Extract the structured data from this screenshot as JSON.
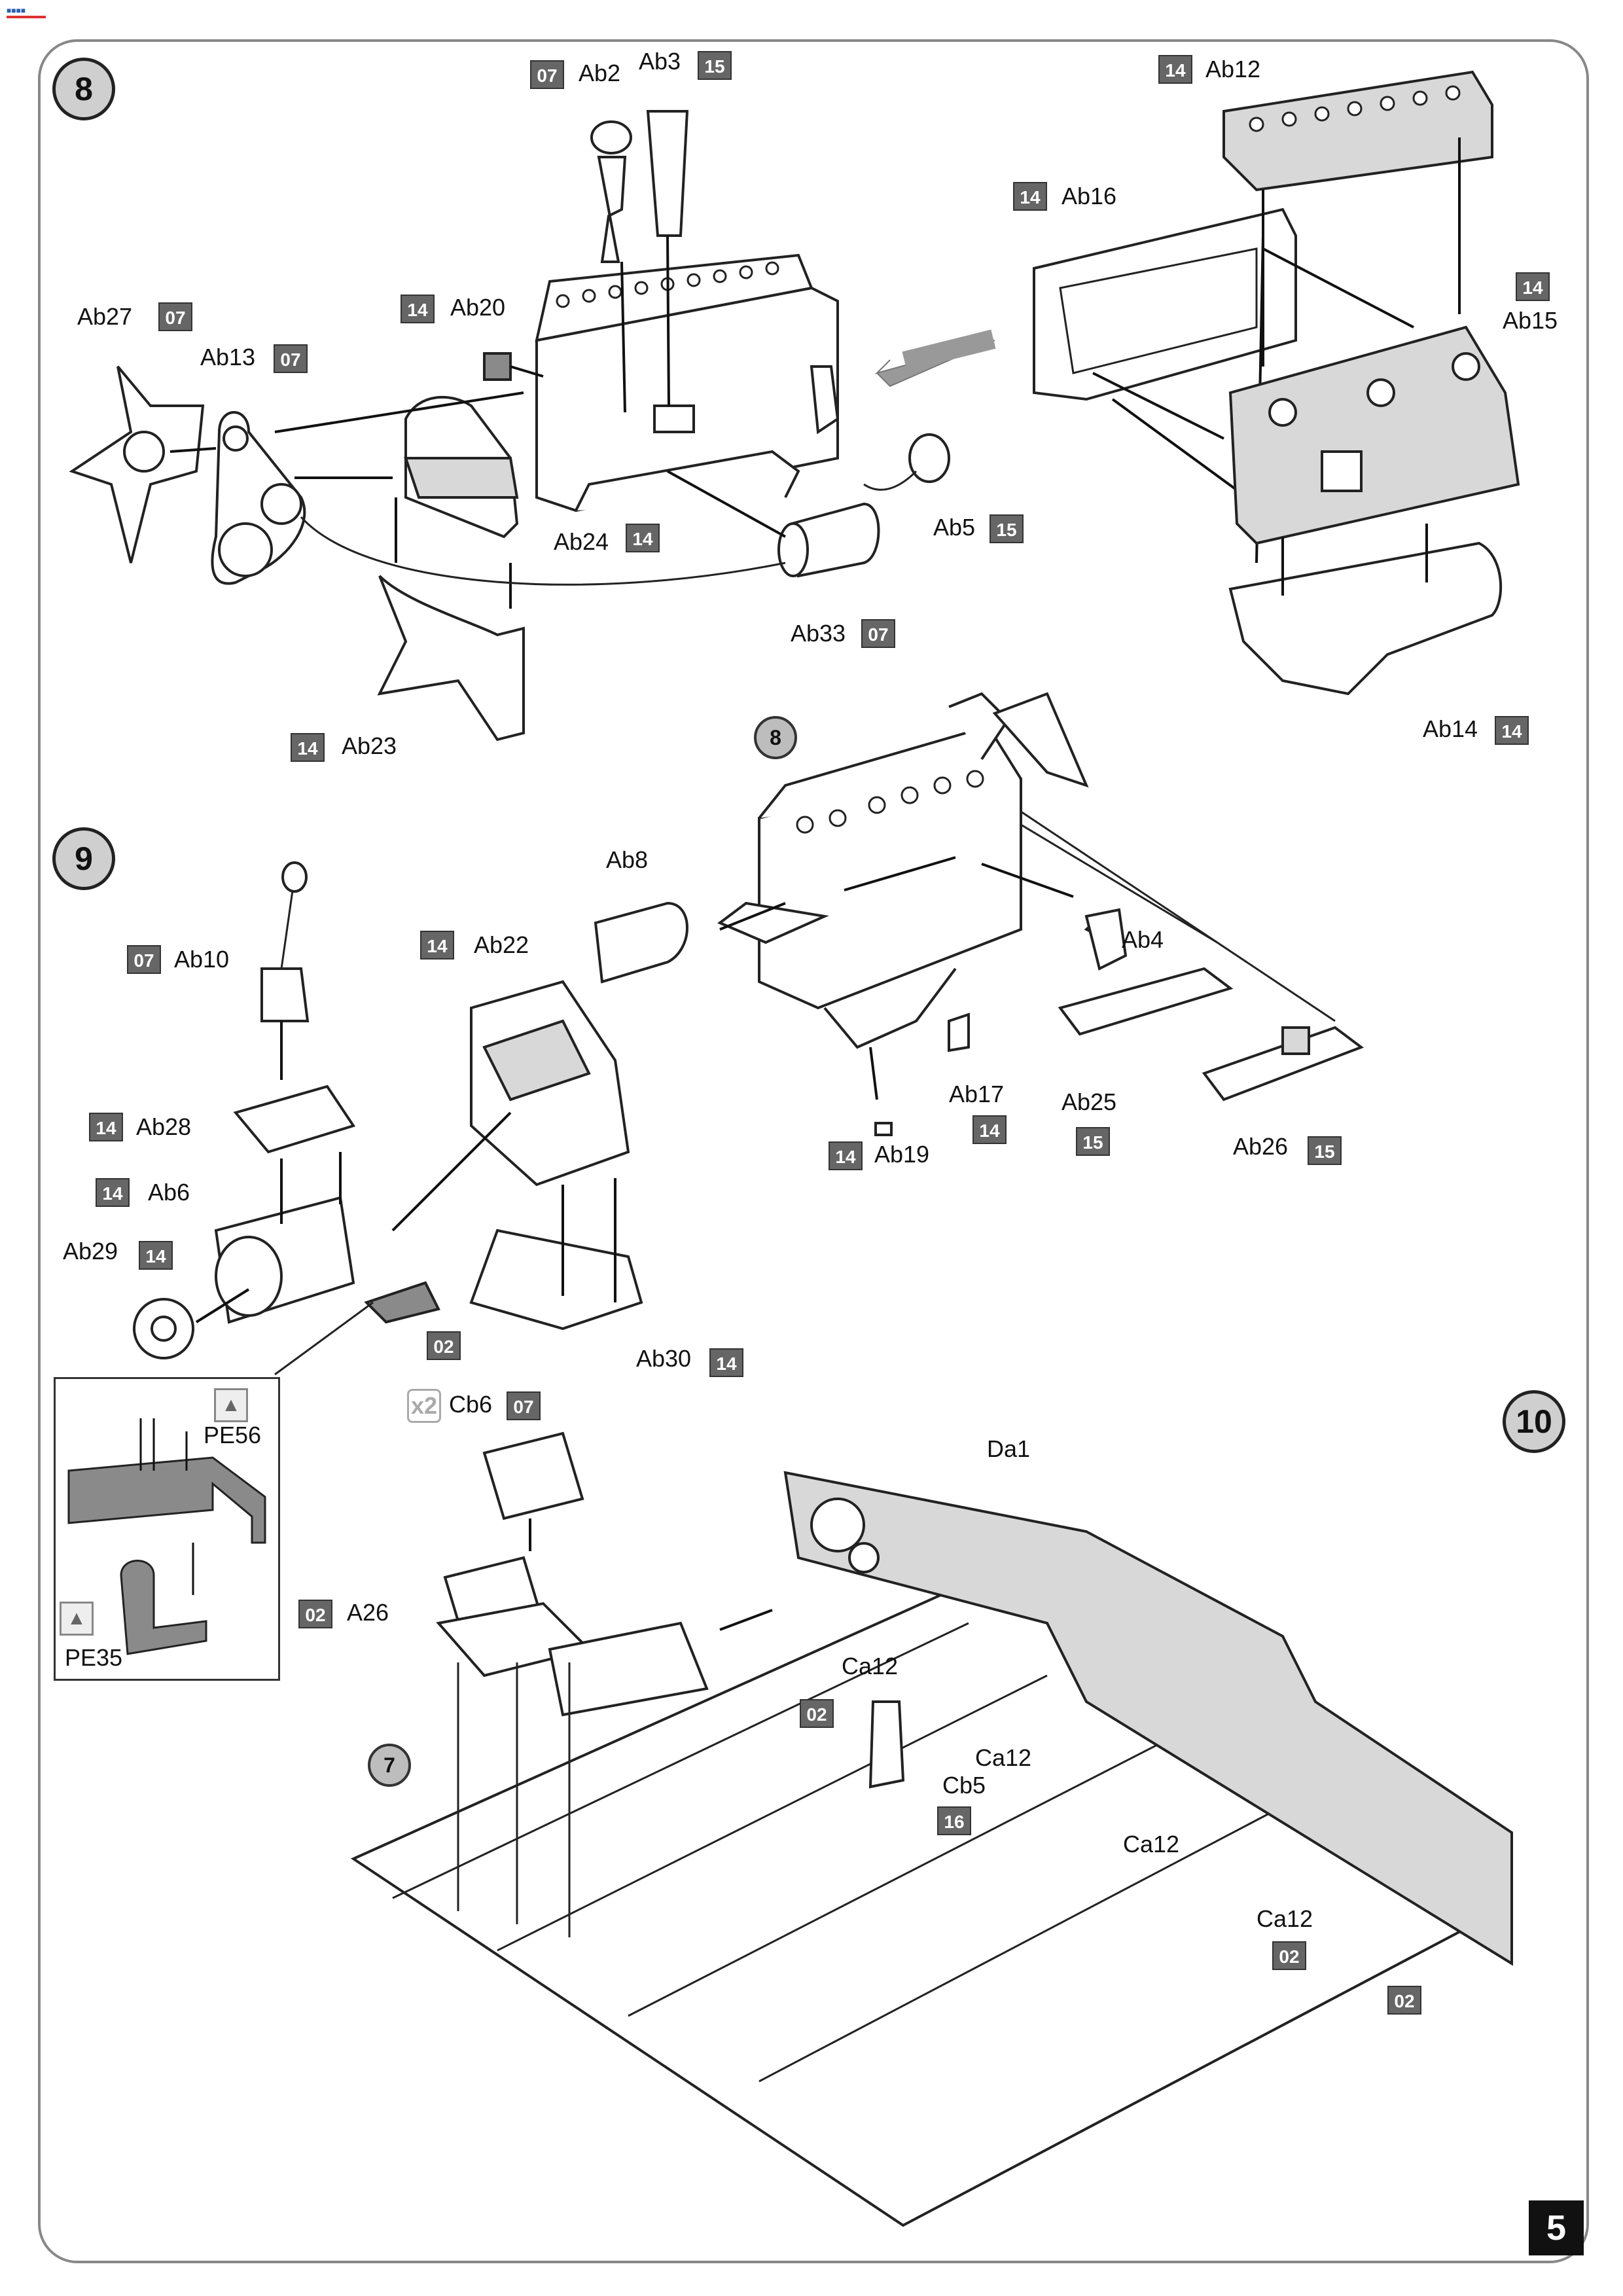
{
  "header_logo": "logo",
  "steps": {
    "step8": "8",
    "step9": "9",
    "step10": "10",
    "ref8": "8",
    "ref7": "7"
  },
  "labels": {
    "Ab2": "Ab2",
    "Ab3": "Ab3",
    "Ab12": "Ab12",
    "Ab16": "Ab16",
    "Ab15": "Ab15",
    "Ab27": "Ab27",
    "Ab13": "Ab13",
    "Ab20": "Ab20",
    "Ab24": "Ab24",
    "Ab5": "Ab5",
    "Ab33": "Ab33",
    "Ab23": "Ab23",
    "Ab14": "Ab14",
    "Ab8": "Ab8",
    "Ab10": "Ab10",
    "Ab22": "Ab22",
    "Ab4": "Ab4",
    "Ab28": "Ab28",
    "Ab17": "Ab17",
    "Ab25": "Ab25",
    "Ab19": "Ab19",
    "Ab26": "Ab26",
    "Ab6": "Ab6",
    "Ab29": "Ab29",
    "Ab30": "Ab30",
    "PE56": "PE56",
    "PE35": "PE35",
    "Cb6": "Cb6",
    "A26": "A26",
    "Da1": "Da1",
    "Ca12_1": "Ca12",
    "Ca12_2": "Ca12",
    "Ca12_3": "Ca12",
    "Ca12_4": "Ca12",
    "Cb5": "Cb5"
  },
  "codes": {
    "Ab2": "07",
    "Ab3": "15",
    "Ab12": "14",
    "Ab16": "14",
    "Ab15": "14",
    "Ab27": "07",
    "Ab13": "07",
    "Ab20": "14",
    "Ab24": "14",
    "Ab5": "15",
    "Ab33": "07",
    "Ab23": "14",
    "Ab14": "14",
    "Ab10": "07",
    "Ab22": "14",
    "Ab28": "14",
    "Ab17": "14",
    "Ab25": "15",
    "Ab19": "14",
    "Ab26": "15",
    "Ab6": "14",
    "Ab29": "14",
    "Ab30": "14",
    "pe_frame": "02",
    "Cb6": "07",
    "A26": "02",
    "Cb5_a": "02",
    "Cb5_b": "16",
    "Ca12_4": "02",
    "Da1": "02"
  },
  "multiplier": "x2",
  "page_number": "5",
  "colors": {
    "paint_code_bg": "#666666",
    "step_circle": "#cfcfcf",
    "part_fill_gray": "#d8d8d8"
  }
}
